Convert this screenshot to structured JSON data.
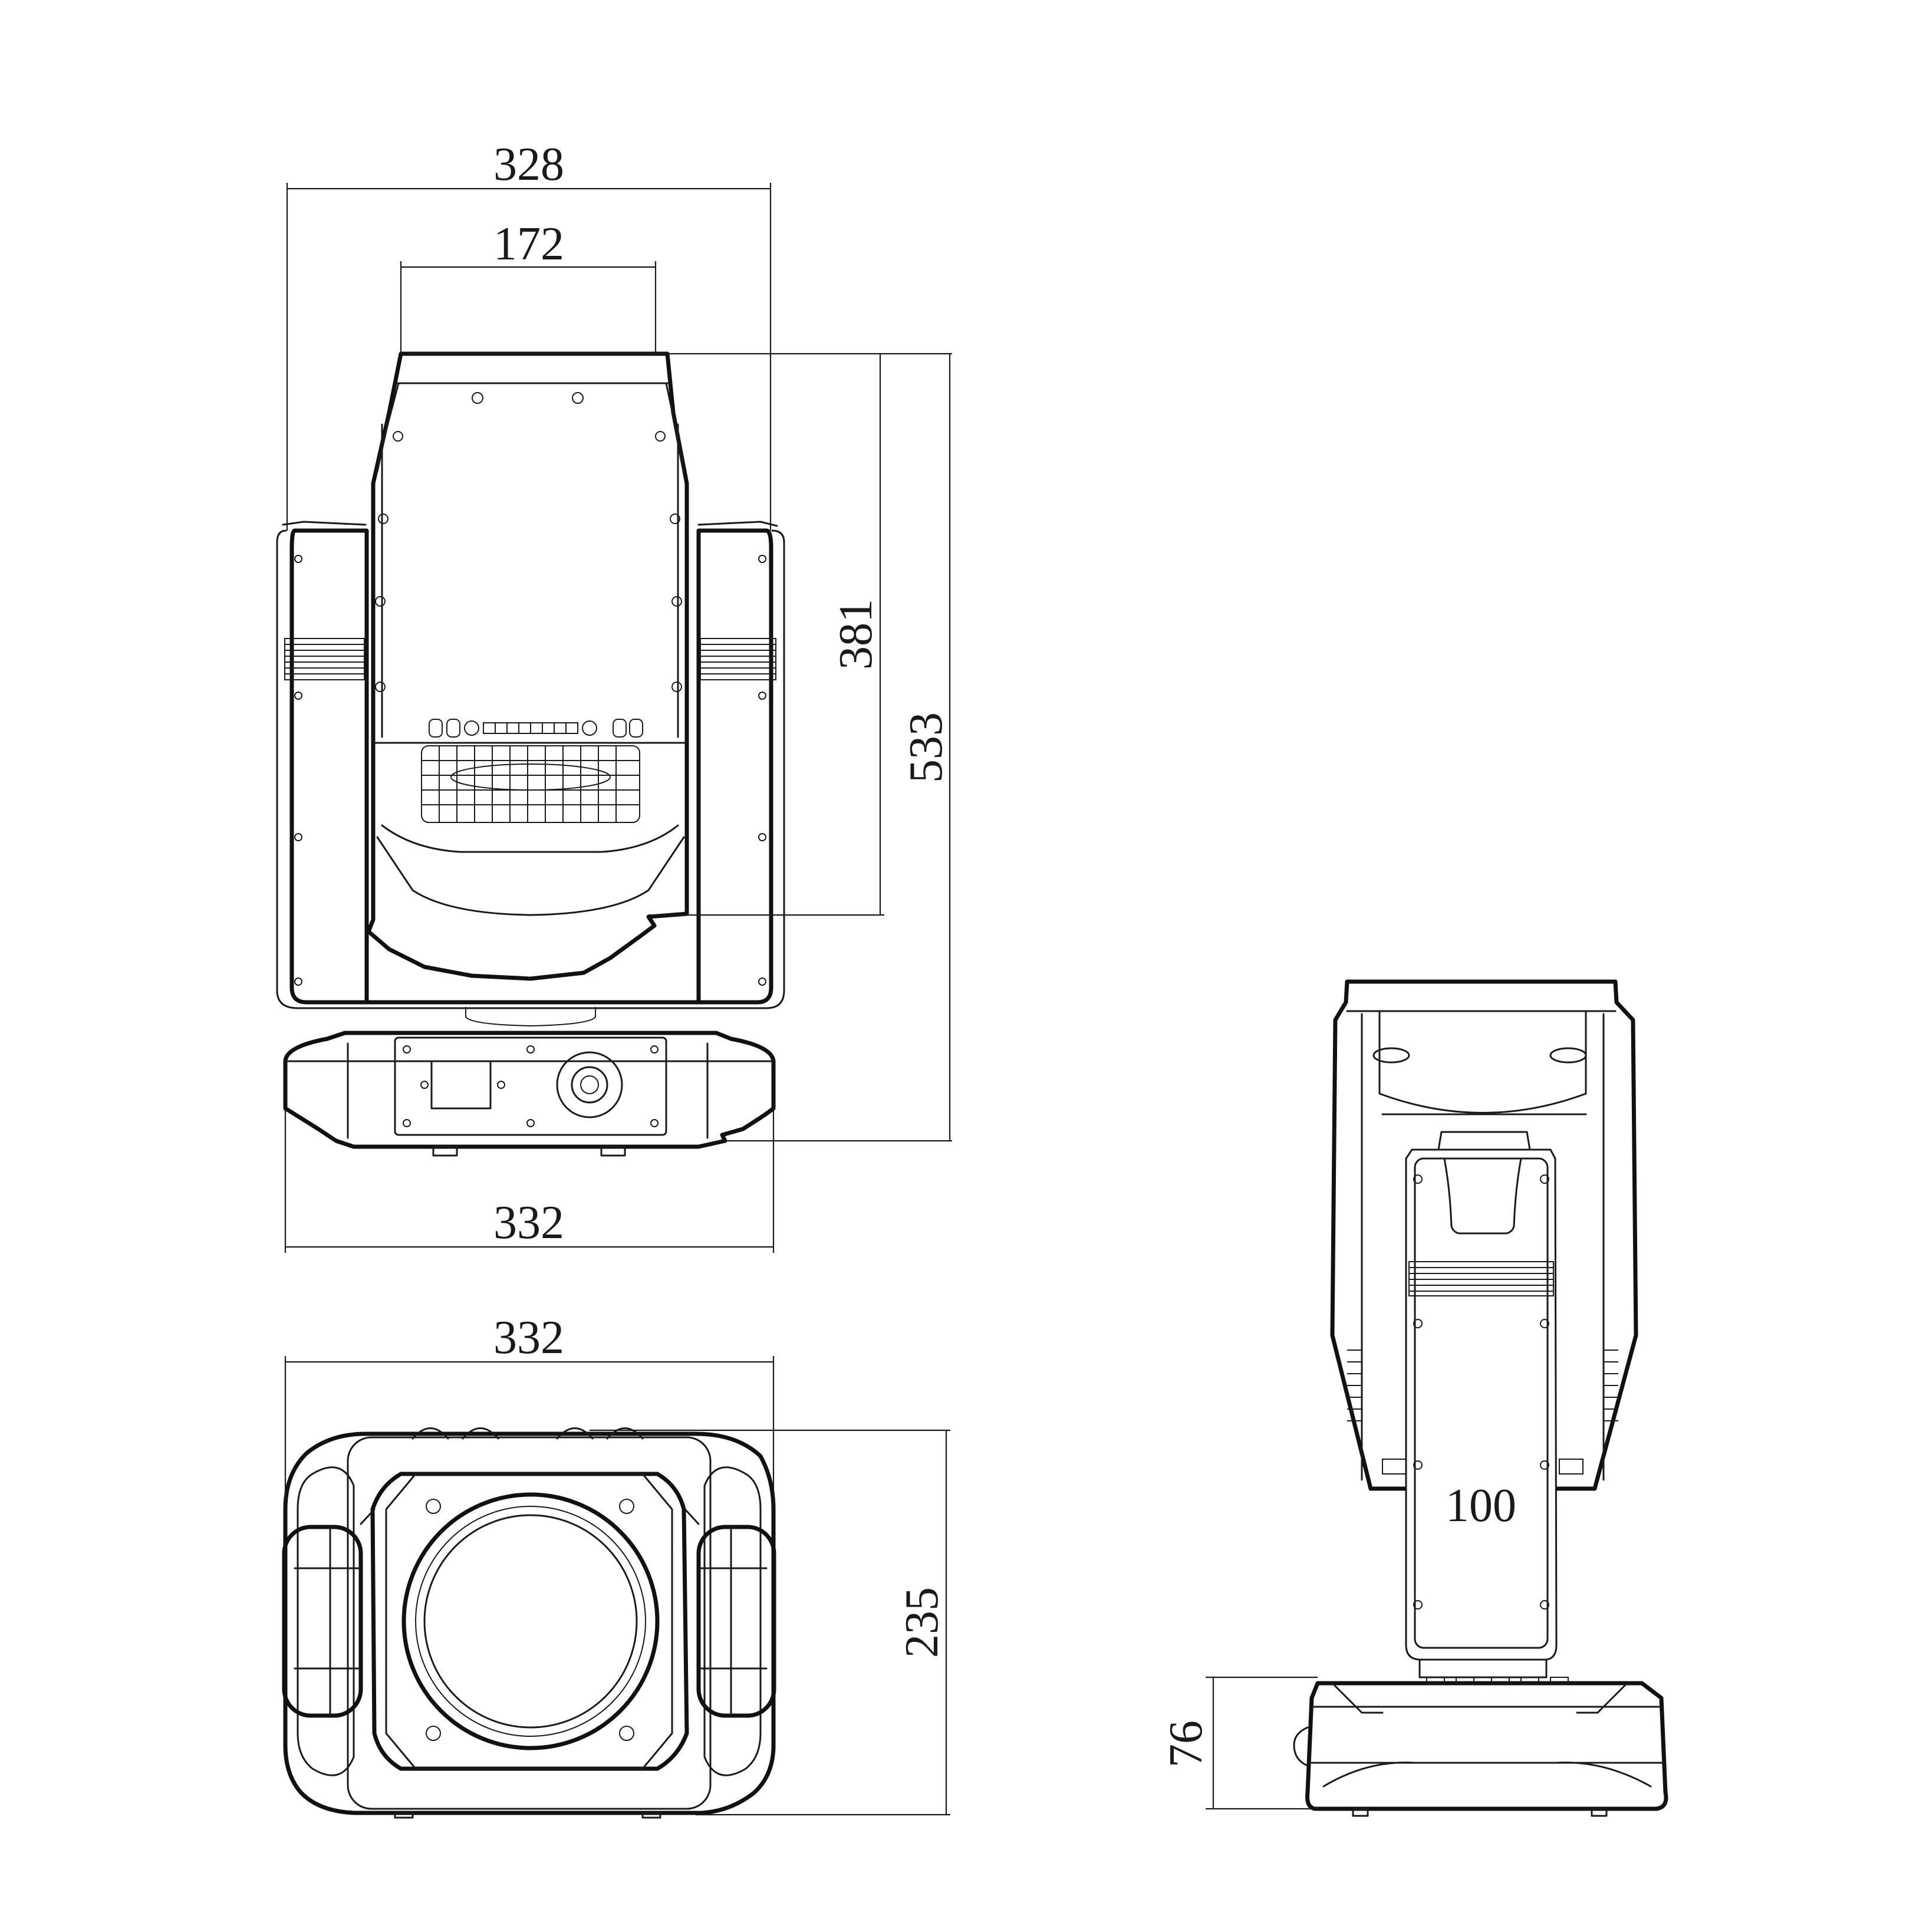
{
  "dimensions": {
    "front_width_top": "328",
    "front_head_width": "172",
    "front_head_height": "381",
    "front_total_height": "533",
    "front_base_width": "332",
    "top_width": "332",
    "top_depth": "235",
    "side_arm_width": "100",
    "side_base_height": "76"
  },
  "colors": {
    "line": "#1a1a1a",
    "background": "#ffffff"
  }
}
